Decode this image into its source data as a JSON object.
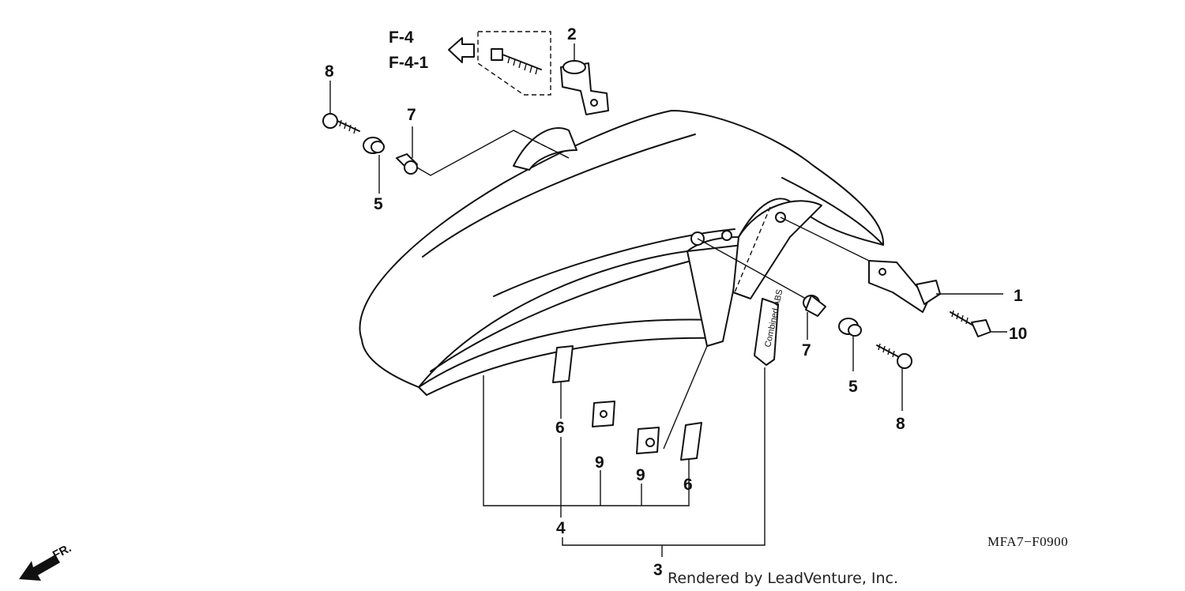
{
  "callouts": {
    "c1": "1",
    "c2": "2",
    "c3": "3",
    "c4": "4",
    "c5a": "5",
    "c5b": "5",
    "c6a": "6",
    "c6b": "6",
    "c7a": "7",
    "c7b": "7",
    "c8a": "8",
    "c8b": "8",
    "c9a": "9",
    "c9b": "9",
    "c10": "10"
  },
  "references": {
    "ref1": "F-4",
    "ref2": "F-4-1"
  },
  "diagram_code": "MFA7−F0900",
  "credit": "Rendered by LeadVenture, Inc.",
  "front_label": "FR.",
  "emblem_text": "Combined ABS"
}
